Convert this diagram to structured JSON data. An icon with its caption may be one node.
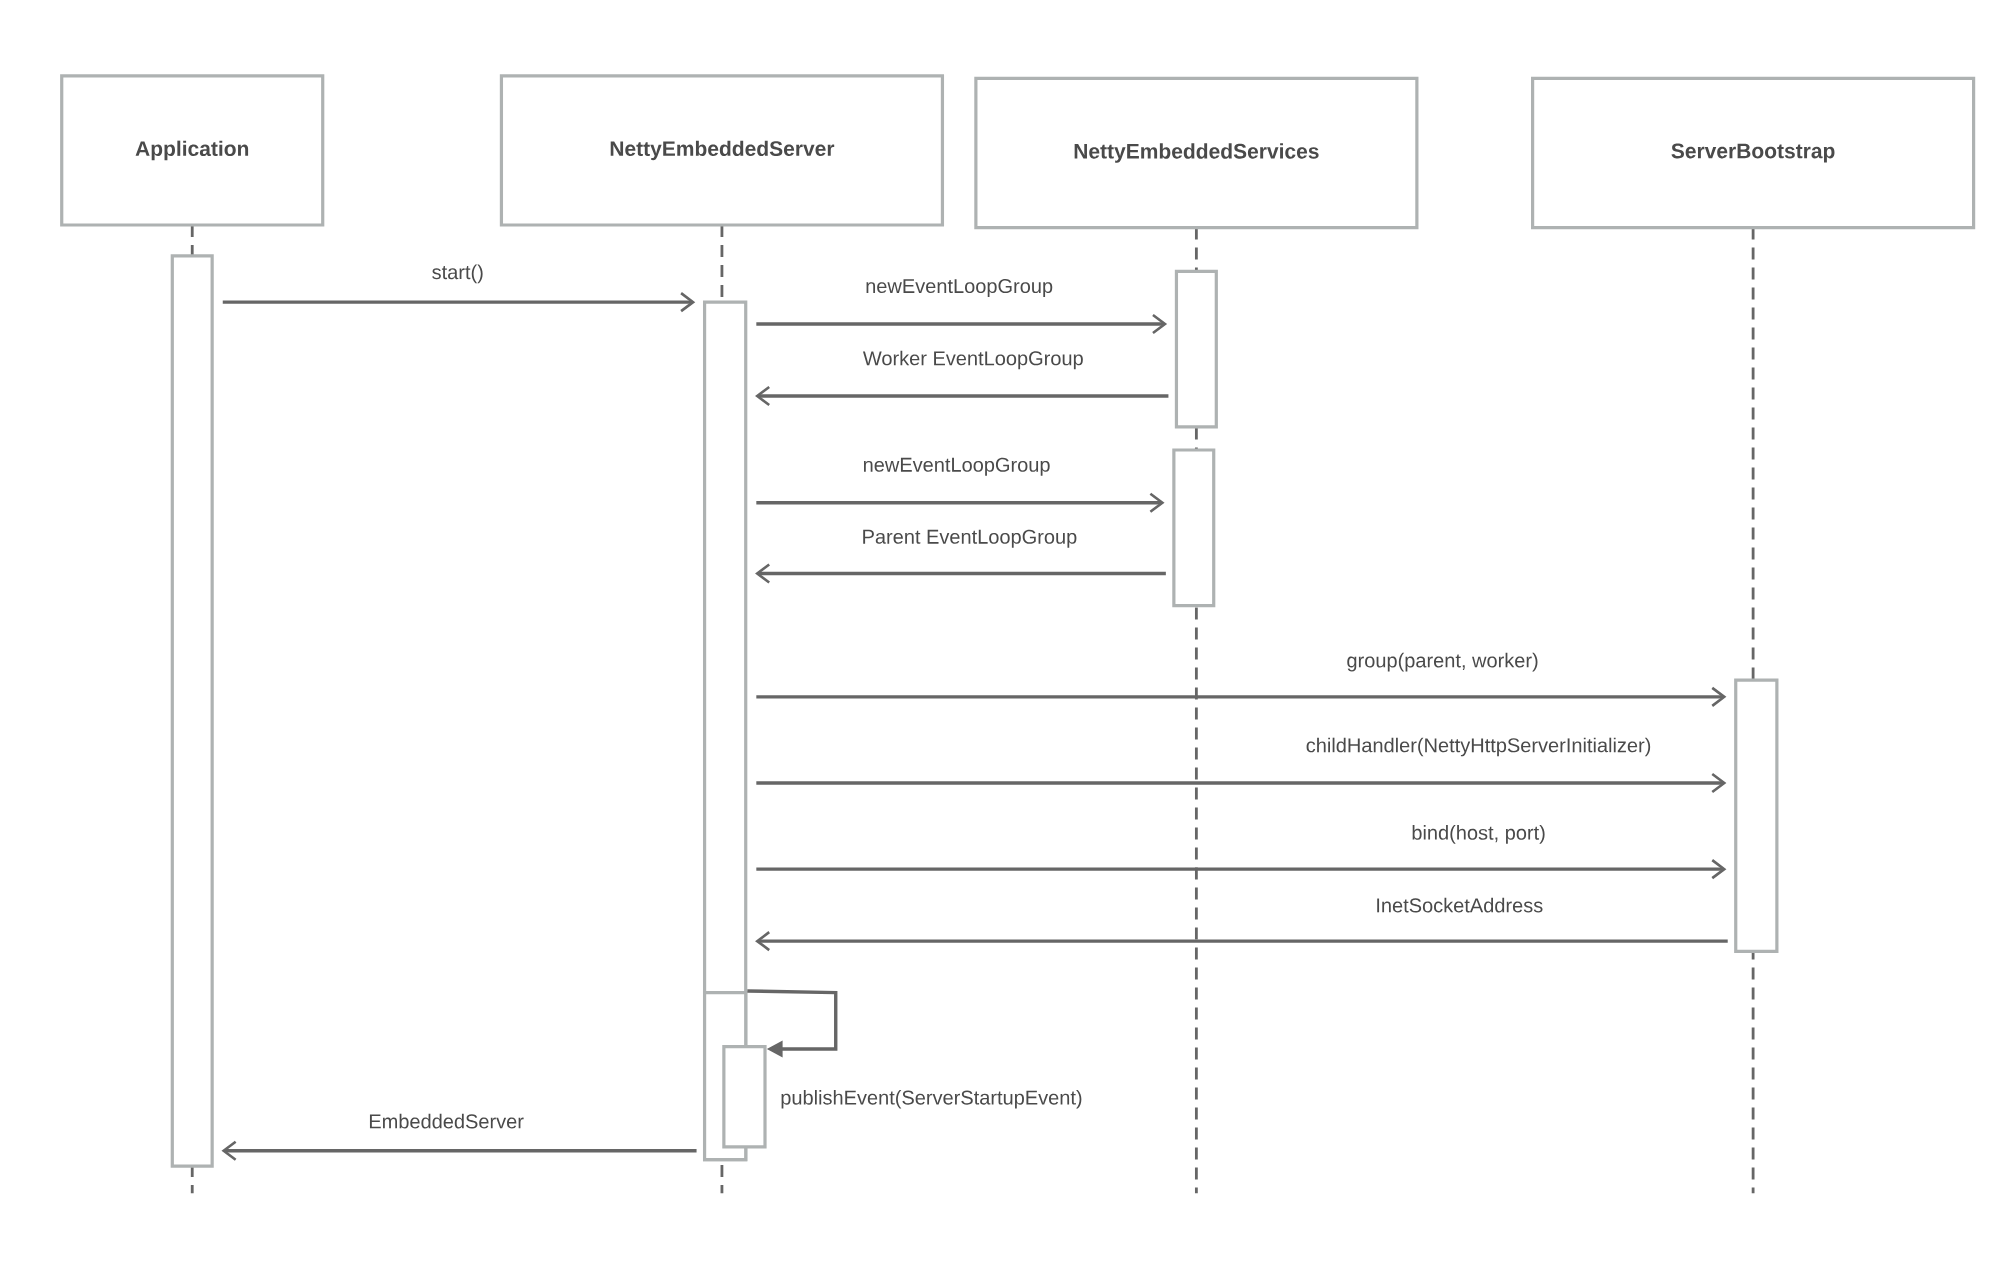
{
  "diagram": {
    "nodes": [
      {
        "text": [
          "Application"
        ]
      },
      {
        "text": [
          "NettyEmbeddedServer"
        ]
      },
      {
        "text": [
          "NettyEmbeddedServices"
        ]
      },
      {
        "text": [
          "ServerBootstrap"
        ]
      },
      {
        "text": [],
        "shape": "bar"
      },
      {
        "text": [],
        "shape": "bar"
      },
      {
        "text": [],
        "shape": "bar"
      },
      {
        "text": [],
        "shape": "bar"
      },
      {
        "text": [],
        "shape": "bar"
      },
      {
        "text": [],
        "shape": "bar",
        "in": 5
      },
      {
        "text": [],
        "shape": "bar"
      }
    ],
    "edges": [
      {
        "from": 4,
        "to": 5,
        "arrow": "to",
        "label": "start()"
      },
      {
        "from": 5,
        "to": 6,
        "arrow": "to",
        "label": "newEventLoopGroup"
      },
      {
        "from": 6,
        "to": 5,
        "arrow": "to",
        "label": "Worker EventLoopGroup"
      },
      {
        "from": 5,
        "to": 7,
        "arrow": "to",
        "label": "newEventLoopGroup"
      },
      {
        "from": 7,
        "to": 5,
        "arrow": "to",
        "label": "Parent EventLoopGroup"
      },
      {
        "from": 5,
        "to": 8,
        "arrow": "to",
        "label": "group(parent, worker)"
      },
      {
        "from": 5,
        "to": 8,
        "arrow": "to",
        "label": "childHandler(NettyHttpServerInitializer)"
      },
      {
        "from": 5,
        "to": 8,
        "arrow": "to",
        "label": "bind(host, port)"
      },
      {
        "from": 8,
        "to": 5,
        "arrow": "to",
        "label": "InetSocketAddress"
      },
      {
        "from": 9,
        "to": 10,
        "arrow": "to",
        "label": "publishEvent(ServerStartupEvent)"
      },
      {
        "from": 9,
        "to": 4,
        "arrow": "to",
        "label": "EmbeddedServer"
      }
    ]
  }
}
